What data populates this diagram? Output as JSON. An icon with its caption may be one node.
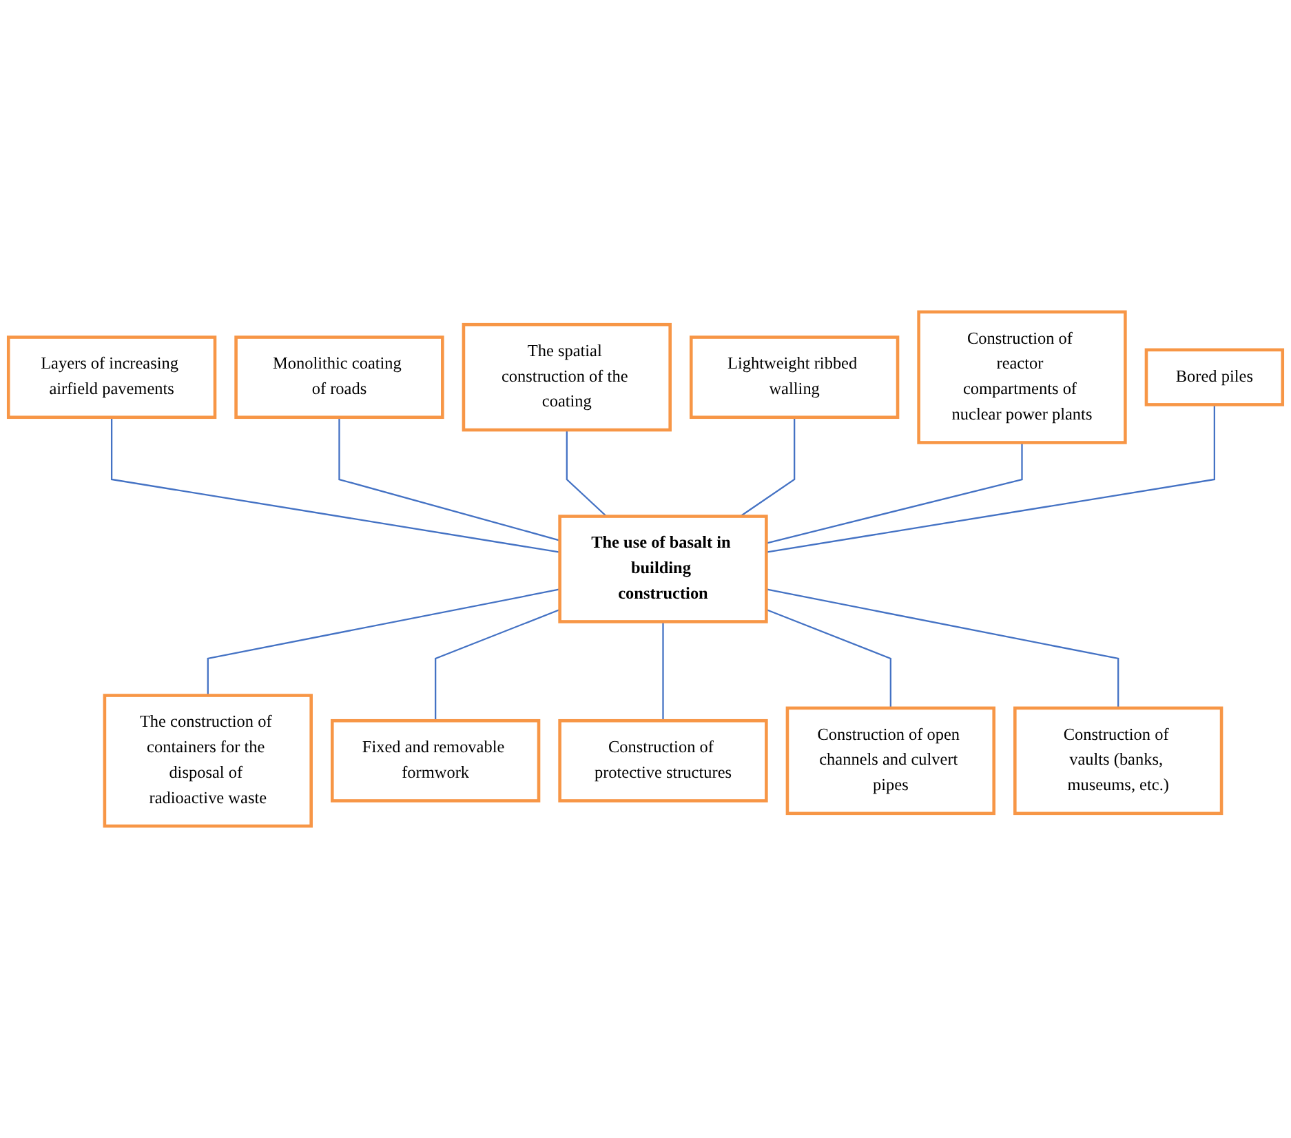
{
  "diagram": {
    "nodes": [
      {
        "text": [
          "Layers of increasing airfield pavements"
        ]
      },
      {
        "text": [
          "Monolithic coating of roads"
        ]
      },
      {
        "text": [
          "The spatial construction of the coating"
        ]
      },
      {
        "text": [
          "Lightweight ribbed walling"
        ]
      },
      {
        "text": [
          "Construction of reactor compartments of nuclear power plants"
        ]
      },
      {
        "text": [
          "The use of basalt in building construction"
        ]
      },
      {
        "text": [
          "Bored piles"
        ]
      },
      {
        "text": [
          "The construction of containers for the disposal of radioactive waste"
        ]
      },
      {
        "text": [
          "Fixed and removable formwork"
        ]
      },
      {
        "text": [
          "Construction of protective structures"
        ]
      },
      {
        "text": [
          "Construction of open channels and culvert pipes"
        ]
      },
      {
        "text": [
          "Construction of vaults (banks, museums, etc.)"
        ]
      }
    ],
    "edges": [
      {
        "from": 0,
        "to": 5,
        "arrow": "none"
      },
      {
        "from": 1,
        "to": 5,
        "arrow": "none"
      },
      {
        "from": 2,
        "to": 5,
        "arrow": "none"
      },
      {
        "from": 3,
        "to": 5,
        "arrow": "none"
      },
      {
        "from": 4,
        "to": 5,
        "arrow": "none"
      },
      {
        "from": 6,
        "to": 5,
        "arrow": "none"
      },
      {
        "from": 5,
        "to": 7,
        "arrow": "none"
      },
      {
        "from": 5,
        "to": 8,
        "arrow": "none"
      },
      {
        "from": 5,
        "to": 9,
        "arrow": "none"
      },
      {
        "from": 5,
        "to": 10,
        "arrow": "none"
      },
      {
        "from": 5,
        "to": 11,
        "arrow": "none"
      }
    ]
  }
}
